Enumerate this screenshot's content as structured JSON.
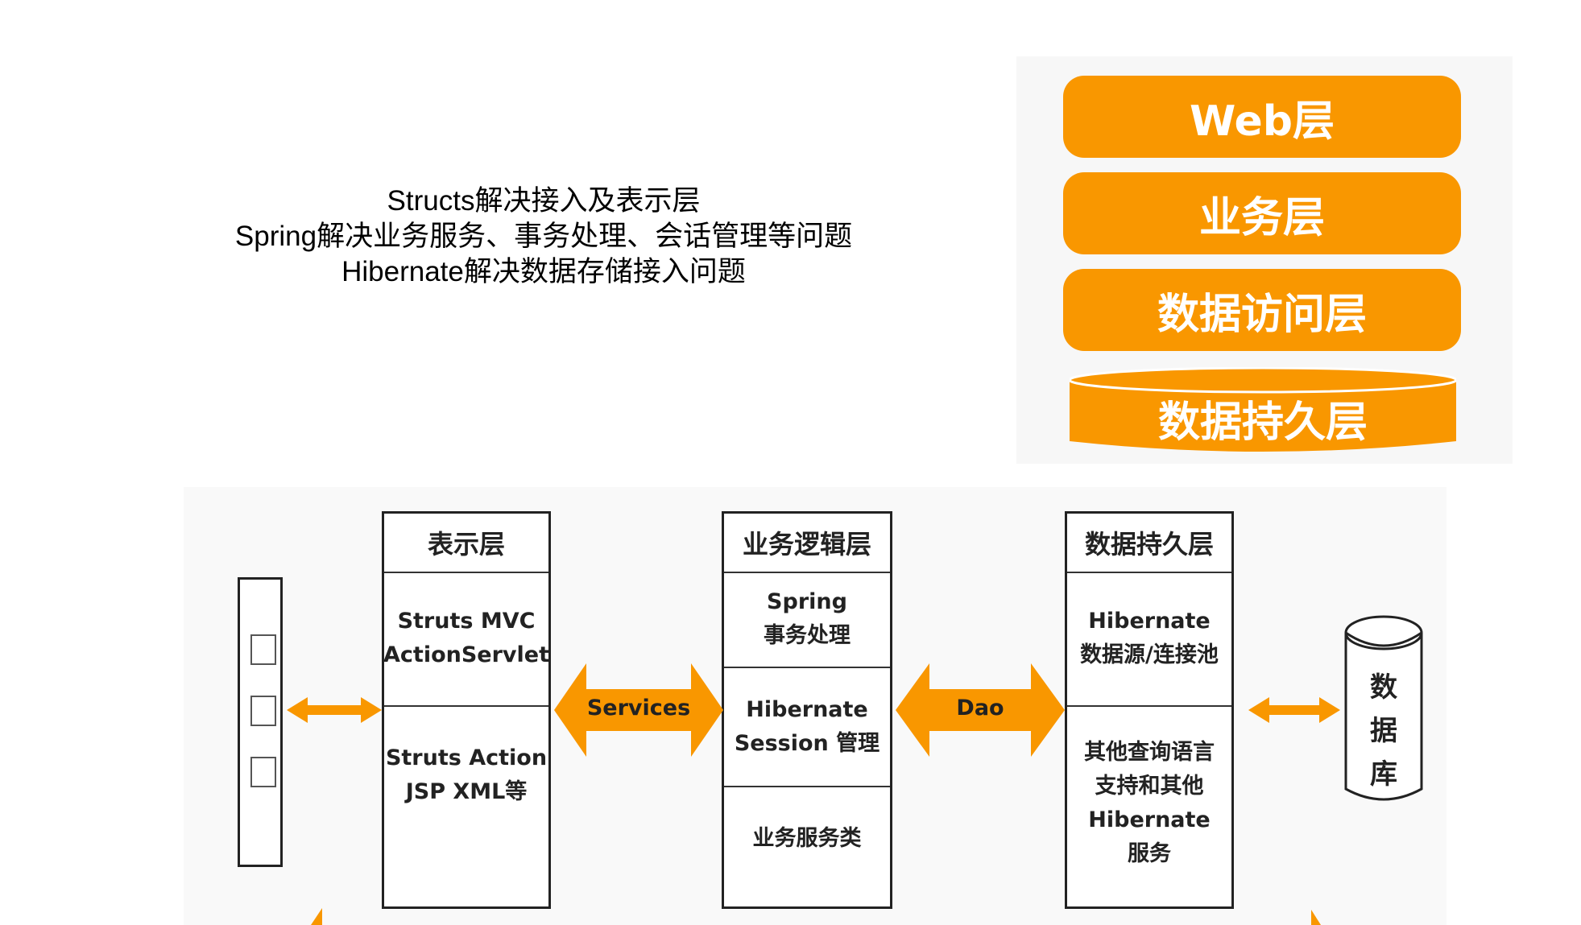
{
  "intro": {
    "lines": [
      "Structs解决接入及表示层",
      "Spring解决业务服务、事务处理、会话管理等问题",
      "Hibernate解决数据存储接入问题"
    ]
  },
  "stack": {
    "layers": [
      "Web层",
      "业务层",
      "数据访问层"
    ],
    "storage": "数据持久层",
    "color": "#f99700"
  },
  "architecture": {
    "presentation": {
      "title": "表示层",
      "cells": [
        [
          "Struts MVC",
          "ActionServlet"
        ],
        [
          "Struts Action",
          "JSP XML等"
        ]
      ]
    },
    "business": {
      "title": "业务逻辑层",
      "cells": [
        [
          "Spring",
          "事务处理"
        ],
        [
          "Hibernate",
          "Session 管理"
        ],
        [
          "业务服务类"
        ]
      ]
    },
    "persistence": {
      "title": "数据持久层",
      "cells": [
        [
          "Hibernate",
          "数据源/连接池"
        ],
        [
          "其他查询语言",
          "支持和其他",
          "Hibernate",
          "服务"
        ]
      ]
    },
    "arrows": {
      "services": "Services",
      "dao": "Dao"
    },
    "database": [
      "数",
      "据",
      "库"
    ],
    "arrow_color": "#f99700"
  }
}
